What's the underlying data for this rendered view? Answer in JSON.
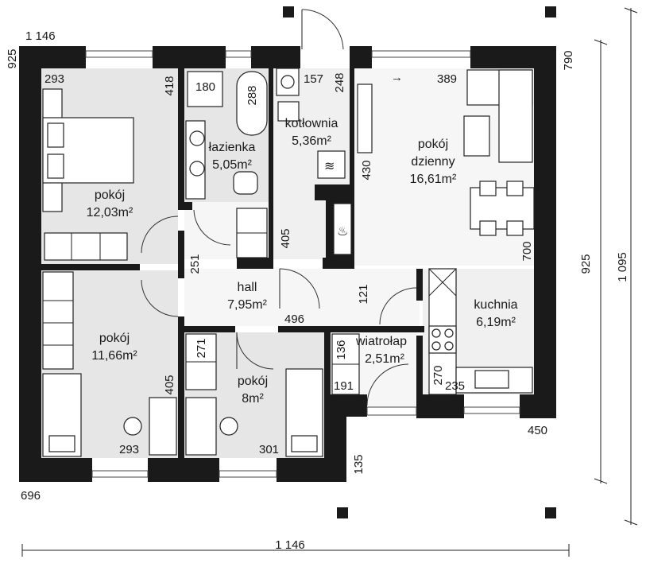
{
  "rooms": {
    "bedroom_top": {
      "name": "pokój",
      "area": "12,03m²"
    },
    "bathroom": {
      "name": "łazienka",
      "area": "5,05m²"
    },
    "boiler": {
      "name": "kotłownia",
      "area": "5,36m²"
    },
    "living": {
      "name": "pokój",
      "name2": "dzienny",
      "area": "16,61m²"
    },
    "hall": {
      "name": "hall",
      "area": "7,95m²"
    },
    "bedroom_left": {
      "name": "pokój",
      "area": "11,66m²"
    },
    "bedroom_small": {
      "name": "pokój",
      "area": "8m²"
    },
    "vestibule": {
      "name": "wiatrołap",
      "area": "2,51m²"
    },
    "kitchen": {
      "name": "kuchnia",
      "area": "6,19m²"
    }
  },
  "dimensions": {
    "top_left": "1 146",
    "left_top": "925",
    "right_top": "790",
    "right_mid": "925",
    "right_full": "1 095",
    "bottom_left": "696",
    "bottom_total": "1 146",
    "entry_right": "450",
    "entry_bottom": "135",
    "d293a": "293",
    "d418": "418",
    "d180": "180",
    "d288": "288",
    "d157": "157",
    "d248": "248",
    "d389": "389",
    "d430": "430",
    "d405a": "405",
    "d251": "251",
    "d700": "700",
    "d121": "121",
    "d496": "496",
    "d271": "271",
    "d136": "136",
    "d191": "191",
    "d270": "270",
    "d235": "235",
    "d405b": "405",
    "d293b": "293",
    "d301": "301"
  },
  "icons": {
    "arrow": "→"
  }
}
